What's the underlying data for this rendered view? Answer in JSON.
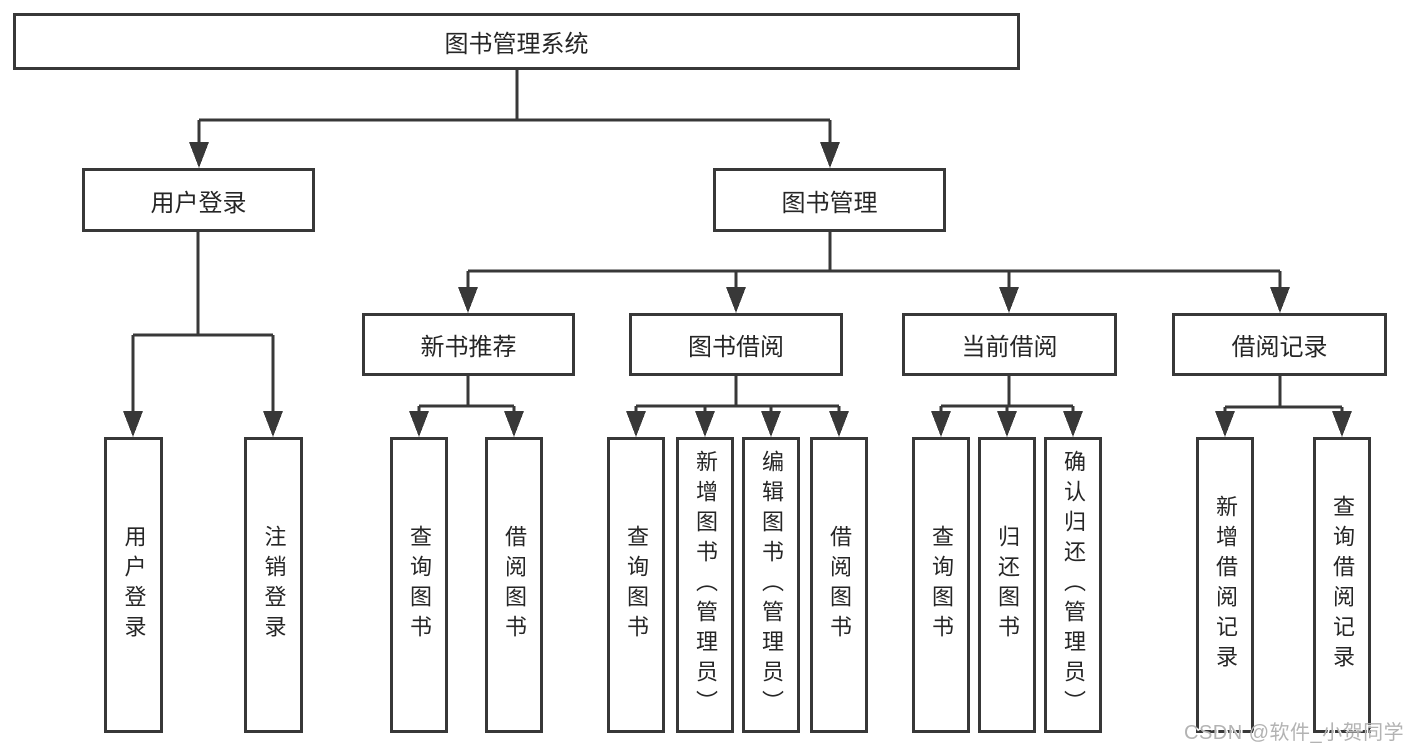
{
  "tree": {
    "label": "图书管理系统",
    "children": [
      {
        "label": "用户登录",
        "children": [
          {
            "label": "用户登录"
          },
          {
            "label": "注销登录"
          }
        ]
      },
      {
        "label": "图书管理",
        "children": [
          {
            "label": "新书推荐",
            "children": [
              {
                "label": "查询图书"
              },
              {
                "label": "借阅图书"
              }
            ]
          },
          {
            "label": "图书借阅",
            "children": [
              {
                "label": "查询图书"
              },
              {
                "label": "新增图书（管理员）"
              },
              {
                "label": "编辑图书（管理员）"
              },
              {
                "label": "借阅图书"
              }
            ]
          },
          {
            "label": "当前借阅",
            "children": [
              {
                "label": "查询图书"
              },
              {
                "label": "归还图书"
              },
              {
                "label": "确认归还（管理员）"
              }
            ]
          },
          {
            "label": "借阅记录",
            "children": [
              {
                "label": "新增借阅记录"
              },
              {
                "label": "查询借阅记录"
              }
            ]
          }
        ]
      }
    ]
  },
  "watermark": {
    "text": "CSDN @软件_小贺同学"
  },
  "colors": {
    "line": "#383838",
    "text": "#262626",
    "background": "#ffffff",
    "watermark": "#b3b3b3"
  }
}
